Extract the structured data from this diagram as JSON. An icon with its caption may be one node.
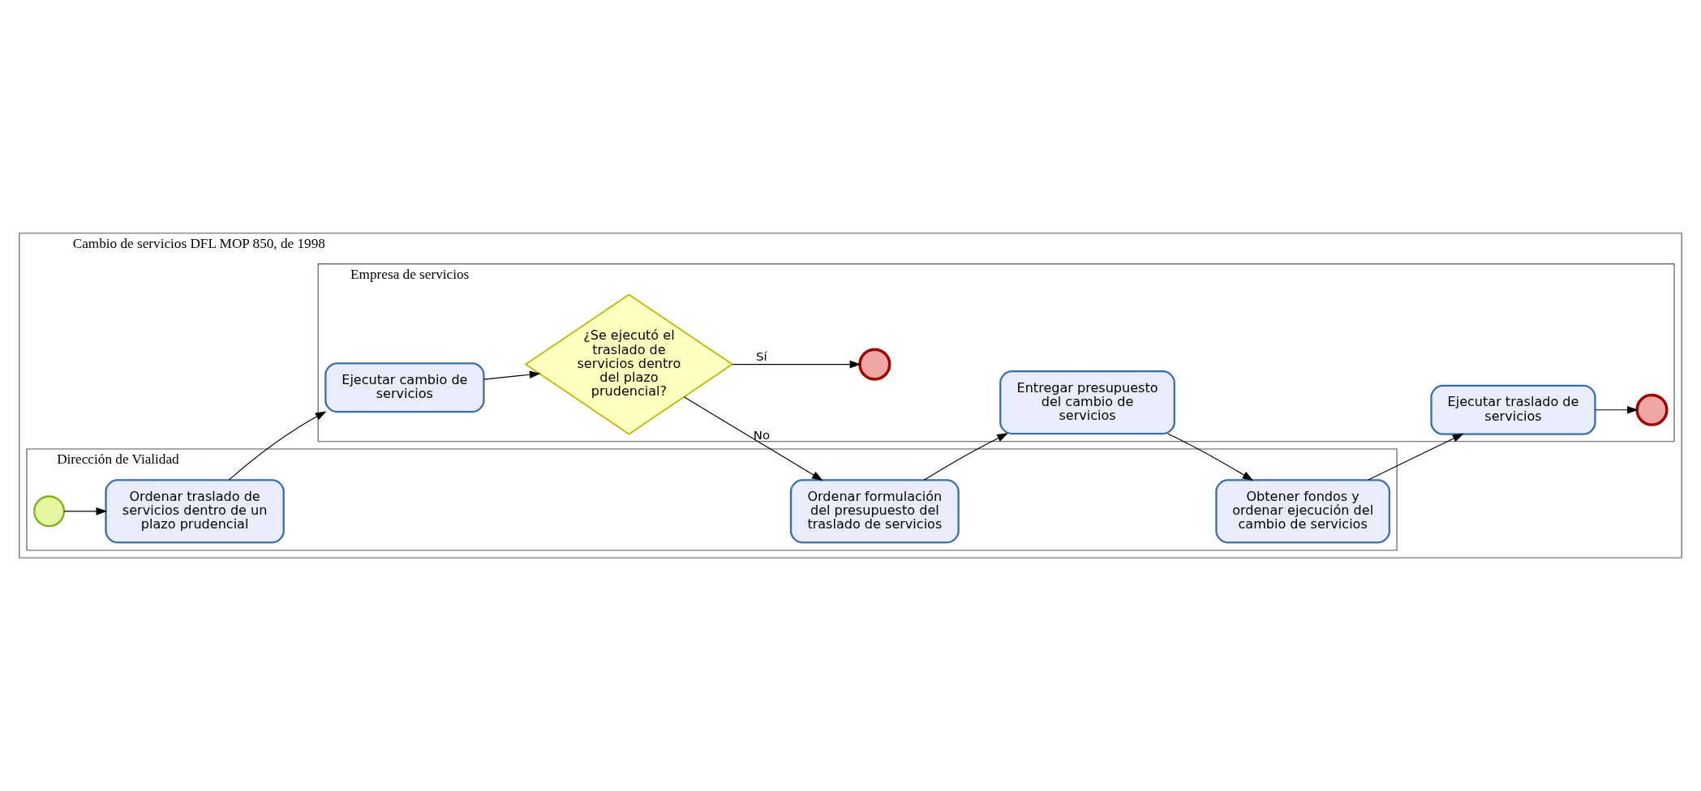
{
  "diagram": {
    "nodes": [
      {
        "text": [
          "Cambio de servicios DFL MOP 850, de 1998"
        ]
      },
      {
        "text": [
          "Dirección de Vialidad"
        ],
        "in": 0
      },
      {
        "text": [
          "Empresa de servicios"
        ],
        "in": 0
      },
      {
        "text": [],
        "shape": "circle",
        "in": 1
      },
      {
        "text": [
          "Ordenar traslado de servicios dentro de un plazo prudencial"
        ],
        "in": 1
      },
      {
        "text": [
          "Ordenar formulación del presupuesto del traslado de servicios"
        ],
        "in": 1
      },
      {
        "text": [
          "Obtener fondos y ordenar ejecución del cambio de servicios"
        ],
        "in": 1
      },
      {
        "text": [
          "Entregar presupuesto del cambio de servicios"
        ],
        "in": 2
      },
      {
        "text": [
          "Ejecutar traslado de servicios"
        ],
        "in": 2
      },
      {
        "text": [],
        "shape": "circle",
        "in": 2
      },
      {
        "text": [
          "Ejecutar cambio de servicios"
        ],
        "in": 2
      },
      {
        "text": [
          "¿Se ejecutó el traslado de servicios dentro del plazo prudencial?"
        ],
        "in": 2
      },
      {
        "text": [],
        "shape": "circle",
        "in": 2
      }
    ],
    "edges": [
      {
        "from": 3,
        "to": 4,
        "arrow": "to"
      },
      {
        "from": 4,
        "to": 10,
        "arrow": "to"
      },
      {
        "from": 10,
        "to": 11,
        "arrow": "to"
      },
      {
        "from": 11,
        "to": 5,
        "arrow": "to",
        "label": "No"
      },
      {
        "from": 5,
        "to": 7,
        "arrow": "to"
      },
      {
        "from": 7,
        "to": 6,
        "arrow": "to"
      },
      {
        "from": 6,
        "to": 8,
        "arrow": "to"
      },
      {
        "from": 8,
        "to": 9,
        "arrow": "to"
      },
      {
        "from": 11,
        "to": 12,
        "arrow": "to",
        "label": "Sí"
      }
    ]
  }
}
